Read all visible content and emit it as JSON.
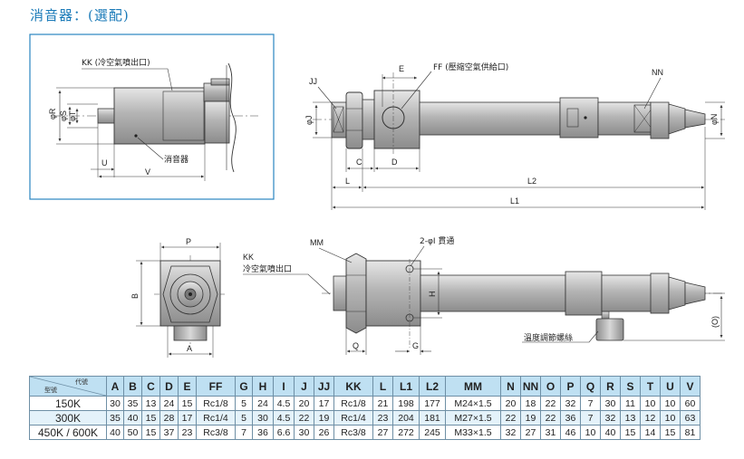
{
  "title": "消音器：(選配)",
  "labels": {
    "KK_note": "KK (冷空氣噴出口)",
    "muffler": "消音器",
    "FF_note": "FF (壓縮空氣供給口)",
    "KK_note2_a": "KK",
    "KK_note2_b": "冷空氣噴出口",
    "hole_note": "2-φI 貫通",
    "screw_note": "溫度調節螺絲",
    "MM": "MM",
    "NN": "NN",
    "JJ": "JJ",
    "E": "E",
    "C": "C",
    "D": "D",
    "L": "L",
    "L2": "L2",
    "L1": "L1",
    "U": "U",
    "V": "V",
    "P": "P",
    "A": "A",
    "B": "B",
    "Q": "Q",
    "G": "G",
    "H": "H",
    "O": "(O)",
    "phiJ": "φJ",
    "phiN": "φN",
    "phiR": "φR",
    "phiS": "φS",
    "phiT": "φT"
  },
  "table": {
    "corner_top": "代號",
    "corner_bottom": "型號",
    "headers": [
      "A",
      "B",
      "C",
      "D",
      "E",
      "FF",
      "G",
      "H",
      "I",
      "J",
      "JJ",
      "KK",
      "L",
      "L1",
      "L2",
      "MM",
      "N",
      "NN",
      "O",
      "P",
      "Q",
      "R",
      "S",
      "T",
      "U",
      "V"
    ],
    "rows": [
      {
        "model": "150K",
        "values": [
          "30",
          "35",
          "13",
          "24",
          "15",
          "Rc1/8",
          "5",
          "24",
          "4.5",
          "20",
          "17",
          "Rc1/8",
          "21",
          "198",
          "177",
          "M24×1.5",
          "20",
          "18",
          "22",
          "32",
          "7",
          "30",
          "11",
          "10",
          "10",
          "60"
        ]
      },
      {
        "model": "300K",
        "values": [
          "35",
          "40",
          "15",
          "28",
          "17",
          "Rc1/4",
          "5",
          "30",
          "4.5",
          "22",
          "19",
          "Rc1/4",
          "23",
          "204",
          "181",
          "M27×1.5",
          "22",
          "19",
          "22",
          "36",
          "7",
          "32",
          "13",
          "12",
          "10",
          "63"
        ]
      },
      {
        "model": "450K / 600K",
        "values": [
          "40",
          "50",
          "15",
          "37",
          "23",
          "Rc3/8",
          "7",
          "36",
          "6.6",
          "30",
          "26",
          "Rc3/8",
          "27",
          "272",
          "245",
          "M33×1.5",
          "32",
          "27",
          "31",
          "46",
          "10",
          "40",
          "15",
          "14",
          "15",
          "81"
        ]
      }
    ]
  }
}
